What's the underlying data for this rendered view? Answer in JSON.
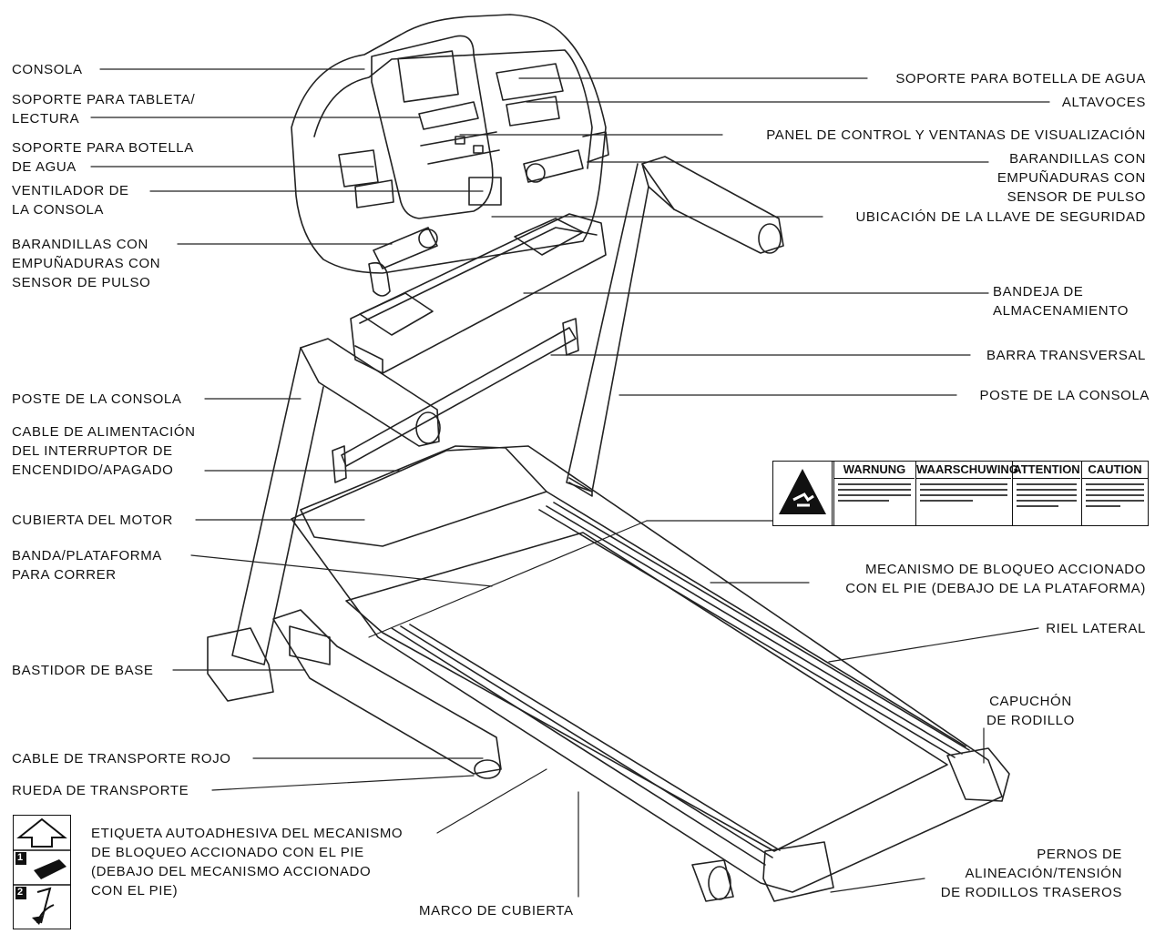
{
  "labels": {
    "consola": "CONSOLA",
    "soporte_tableta": "SOPORTE PARA TABLETA/\nLECTURA",
    "soporte_botella_izq": "SOPORTE PARA BOTELLA\nDE AGUA",
    "ventilador": "VENTILADOR DE\nLA CONSOLA",
    "barandillas_izq": "BARANDILLAS CON\nEMPUÑADURAS CON\nSENSOR DE PULSO",
    "soporte_botella_der": "SOPORTE PARA BOTELLA DE AGUA",
    "altavoces": "ALTAVOCES",
    "panel_control": "PANEL DE CONTROL Y VENTANAS DE VISUALIZACIÓN",
    "barandillas_der": "BARANDILLAS CON\nEMPUÑADURAS CON\nSENSOR DE PULSO",
    "llave_seguridad": "UBICACIÓN DE LA LLAVE DE SEGURIDAD",
    "bandeja": "BANDEJA DE\nALMACENAMIENTO",
    "barra_transversal": "BARRA TRANSVERSAL",
    "poste_izq": "POSTE DE LA CONSOLA",
    "poste_der": "POSTE DE LA CONSOLA",
    "cable_alimentacion": "CABLE DE ALIMENTACIÓN\nDEL INTERRUPTOR DE\nENCENDIDO/APAGADO",
    "cubierta_motor": "CUBIERTA DEL MOTOR",
    "banda": "BANDA/PLATAFORMA\nPARA CORRER",
    "mecanismo_bloqueo": "MECANISMO DE BLOQUEO ACCIONADO\nCON EL PIE (DEBAJO DE LA PLATAFORMA)",
    "riel_lateral": "RIEL LATERAL",
    "bastidor": "BASTIDOR DE BASE",
    "capuchon": "CAPUCHÓN\nDE RODILLO",
    "cable_transporte": "CABLE DE TRANSPORTE ROJO",
    "rueda_transporte": "RUEDA DE TRANSPORTE",
    "etiqueta": "ETIQUETA AUTOADHESIVA DEL MECANISMO\nDE BLOQUEO ACCIONADO CON EL PIE\n(DEBAJO DEL MECANISMO ACCIONADO\nCON EL PIE)",
    "pernos": "PERNOS DE\nALINEACIÓN/TENSIÓN\nDE RODILLOS TRASEROS",
    "marco_cubierta": "MARCO DE CUBIERTA"
  },
  "warning_label": {
    "headers": [
      "WARNUNG",
      "WAARSCHUWING",
      "ATTENTION",
      "CAUTION"
    ]
  },
  "foot_icon": {
    "steps": [
      "1",
      "2"
    ]
  }
}
